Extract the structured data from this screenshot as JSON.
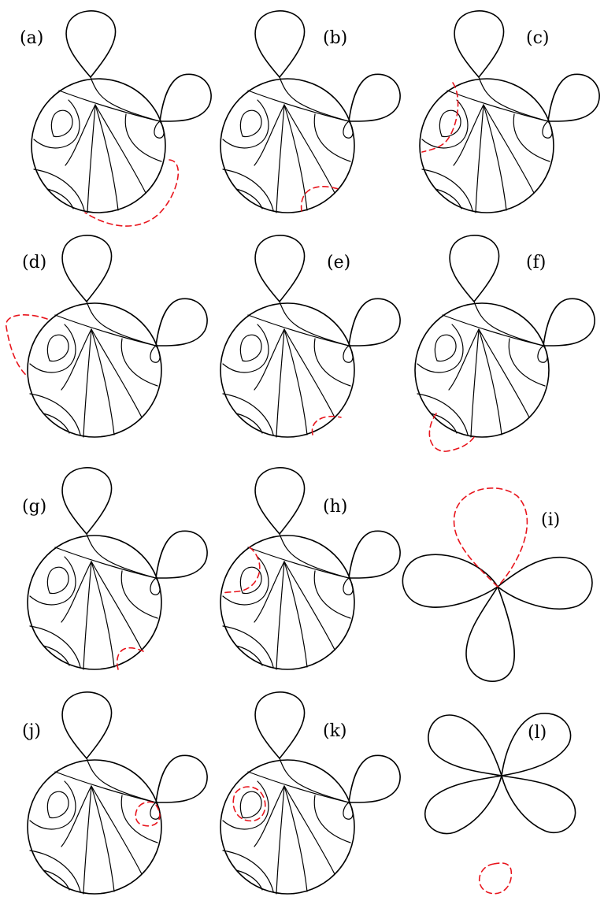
{
  "figure": {
    "panels": [
      {
        "label": "(a)",
        "kind": "disk",
        "highlight": "outer-loop-bottom-right"
      },
      {
        "label": "(b)",
        "kind": "disk",
        "highlight": "small-arc-bottom"
      },
      {
        "label": "(c)",
        "kind": "disk",
        "highlight": "arc-upper-left-inside"
      },
      {
        "label": "(d)",
        "kind": "disk",
        "highlight": "outer-loop-left"
      },
      {
        "label": "(e)",
        "kind": "disk",
        "highlight": "small-arc-bottom"
      },
      {
        "label": "(f)",
        "kind": "disk",
        "highlight": "outer-loop-bottom-left"
      },
      {
        "label": "(g)",
        "kind": "disk",
        "highlight": "small-arc-bottom-center"
      },
      {
        "label": "(h)",
        "kind": "disk",
        "highlight": "arc-upper-left-inside"
      },
      {
        "label": "(i)",
        "kind": "flower",
        "highlight": "top-petal"
      },
      {
        "label": "(j)",
        "kind": "disk",
        "highlight": "small-loop-right-inside"
      },
      {
        "label": "(k)",
        "kind": "disk",
        "highlight": "small-loop-left-inside"
      },
      {
        "label": "(l)",
        "kind": "flower",
        "highlight": "small-loop-below"
      }
    ],
    "colors": {
      "line": "#000000",
      "highlight": "#e8141c",
      "background": "#ffffff"
    }
  }
}
